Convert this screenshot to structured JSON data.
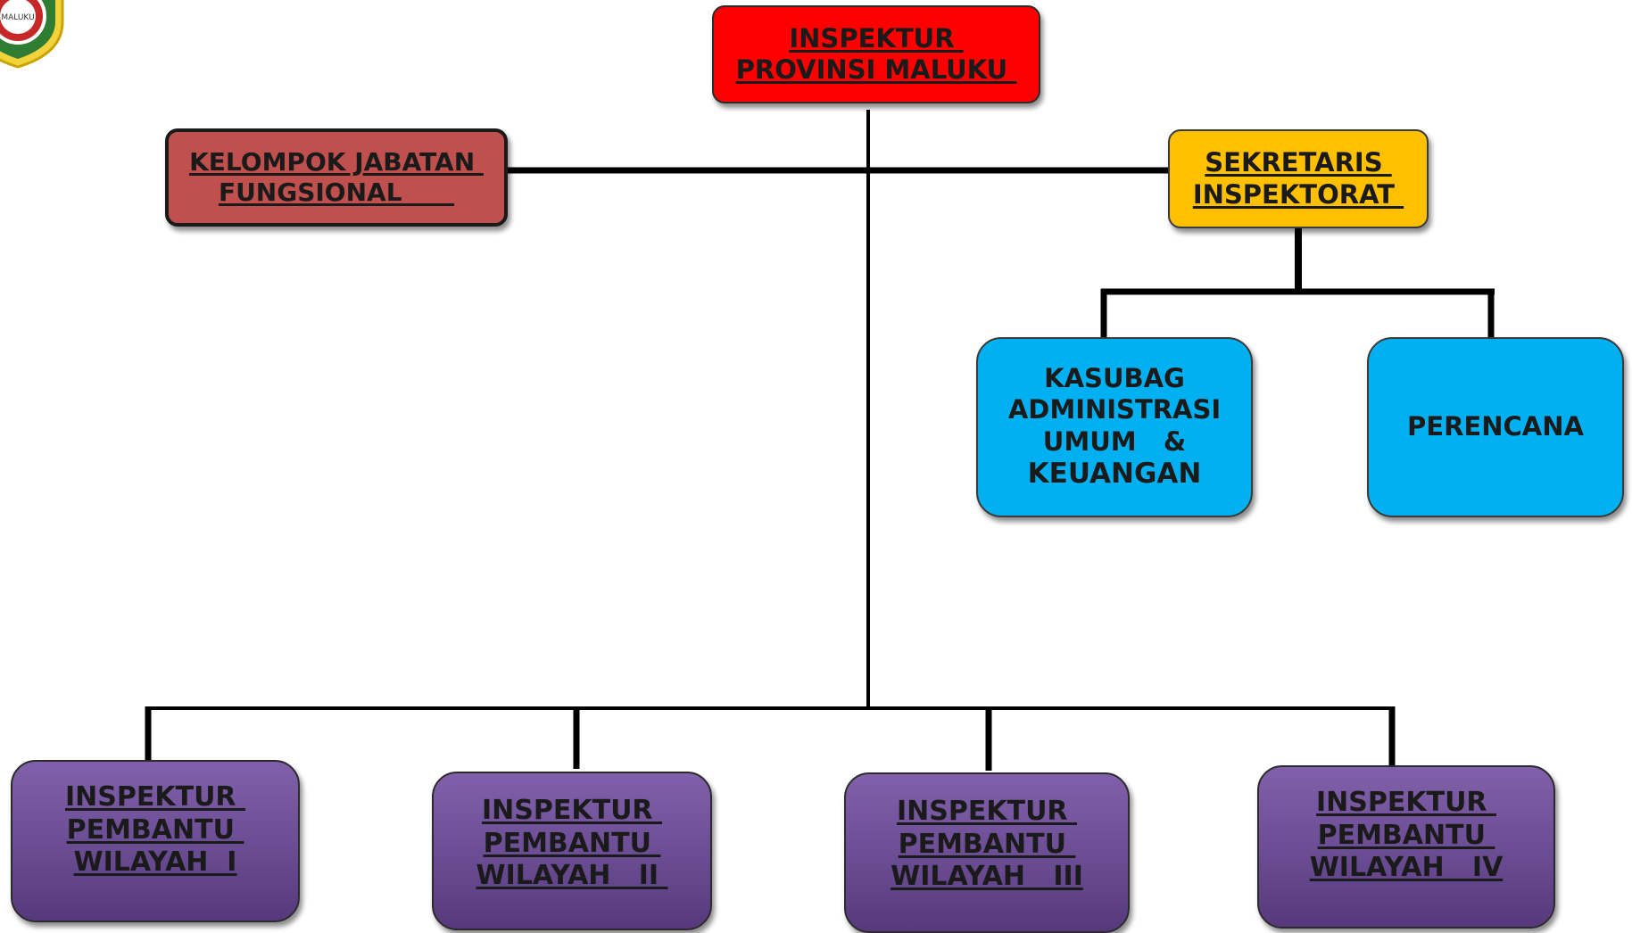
{
  "inspektur": {
    "lines": [
      "INSPEKTUR ",
      "PROVINSI MALUKU "
    ],
    "color": "#ff0000"
  },
  "fungsional": {
    "lines": [
      "KELOMPOK JABATAN ",
      "FUNGSIONAL      "
    ],
    "color": "#c0504d"
  },
  "sekretaris": {
    "lines": [
      "SEKRETARIS ",
      "INSPEKTORAT "
    ],
    "color": "#ffc000"
  },
  "kasubag": {
    "lines": [
      "KASUBAG",
      "ADMINISTRASI",
      "UMUM   &",
      "KEUANGAN"
    ],
    "color": "#00b0f0"
  },
  "perencana": {
    "lines": [
      "PERENCANA"
    ],
    "color": "#00b0f0"
  },
  "wilayah": [
    {
      "lines": [
        "INSPEKTUR ",
        "PEMBANTU ",
        "WILAYAH  I"
      ]
    },
    {
      "lines": [
        "INSPEKTUR ",
        "PEMBANTU ",
        "WILAYAH   II "
      ]
    },
    {
      "lines": [
        "INSPEKTUR ",
        "PEMBANTU ",
        "WILAYAH   III"
      ]
    },
    {
      "lines": [
        "INSPEKTUR ",
        "PEMBANTU ",
        "WILAYAH   IV"
      ]
    }
  ],
  "wilayah_color": "#7030a0",
  "logo": {
    "icon": "provincial-emblem-icon",
    "text": "MALUKU"
  }
}
